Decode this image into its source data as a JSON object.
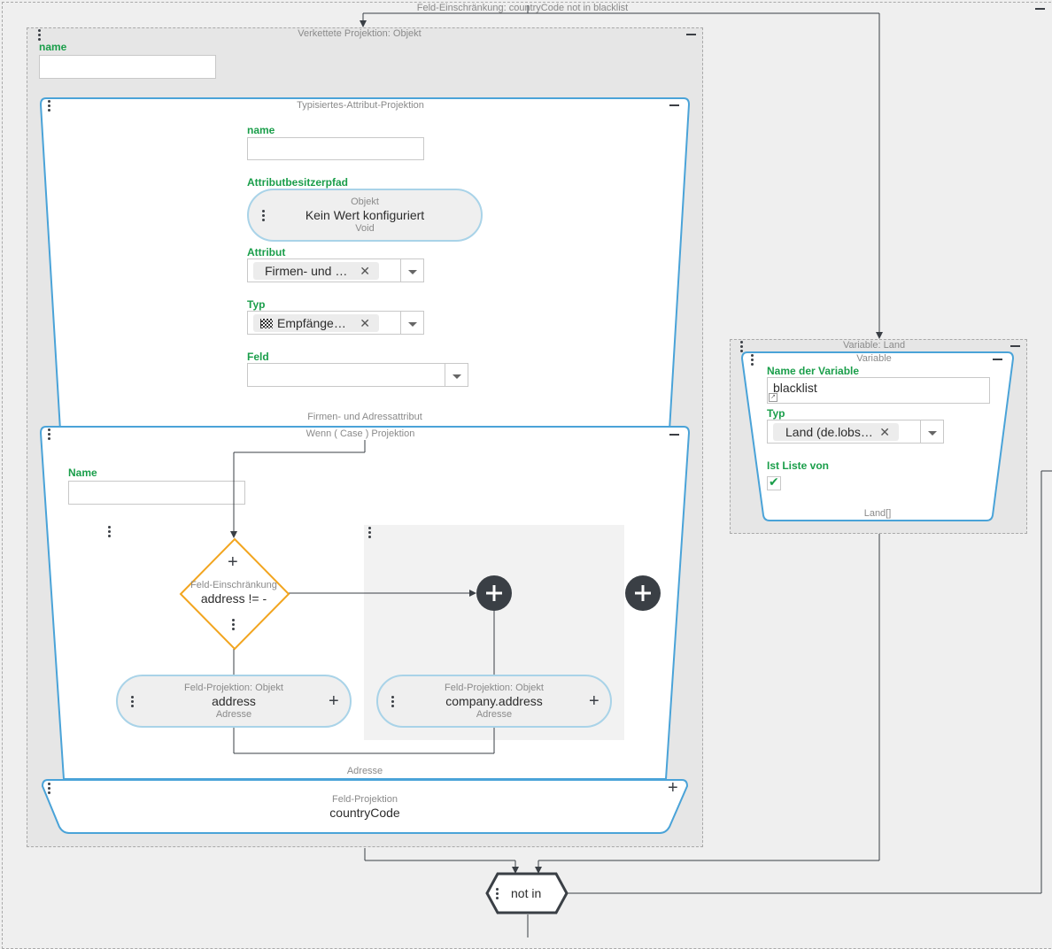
{
  "outer": {
    "title": "Feld-Einschränkung: countryCode not in blacklist"
  },
  "chained": {
    "title": "Verkettete Projektion: Objekt",
    "name_label": "name",
    "name_value": ""
  },
  "typed": {
    "title": "Typisiertes-Attribut-Projektion",
    "name_label": "name",
    "name_value": "",
    "owner_path_label": "Attributbesitzerpfad",
    "owner_pill": {
      "type": "Objekt",
      "value": "Kein Wert konfiguriert",
      "sub": "Void"
    },
    "attribute_label": "Attribut",
    "attribute_chip": "Firmen- und …",
    "type_label": "Typ",
    "type_chip": "Empfänge…",
    "field_label": "Feld",
    "field_value": "",
    "footer": "Firmen- und Adressattribut"
  },
  "case": {
    "title": "Wenn ( Case ) Projektion",
    "name_label": "Name",
    "name_value": "",
    "diamond": {
      "title": "Feld-Einschränkung",
      "expr": "address != -"
    },
    "left_pill": {
      "type": "Feld-Projektion: Objekt",
      "value": "address",
      "sub": "Adresse"
    },
    "right_pill": {
      "type": "Feld-Projektion: Objekt",
      "value": "company.address",
      "sub": "Adresse"
    },
    "footer": "Adresse"
  },
  "field_proj": {
    "title": "Feld-Projektion",
    "value": "countryCode"
  },
  "variable": {
    "outer_title": "Variable: Land",
    "title": "Variable",
    "name_label": "Name der Variable",
    "name_value": "blacklist",
    "type_label": "Typ",
    "type_chip": "Land (de.lobs…",
    "list_label": "Ist Liste von",
    "list_checked": true,
    "footer": "Land[]"
  },
  "operator": {
    "label": "not in"
  },
  "icons": {
    "checkbox": "check-icon",
    "flag": "flag-icon",
    "resize": "resize-icon"
  },
  "colors": {
    "accent_blue": "#4aa3d8",
    "label_green": "#1a9e4a",
    "diamond_orange": "#f2a51f",
    "dark": "#3a3f45"
  }
}
